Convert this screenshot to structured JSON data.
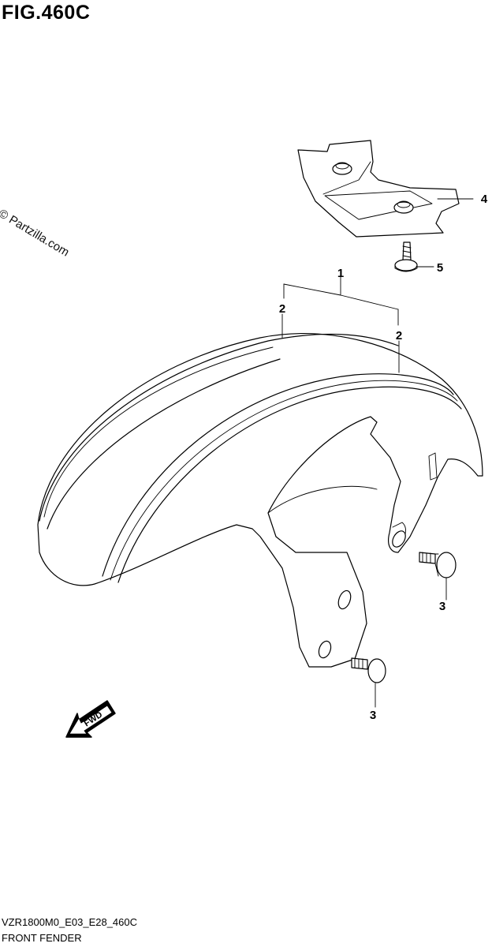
{
  "figure": {
    "title": "FIG.460C",
    "watermark": "© Partzilla.com",
    "footer_code": "VZR1800M0_E03_E28_460C",
    "footer_name": "FRONT FENDER",
    "fwd_label": "FWD"
  },
  "callouts": [
    {
      "id": "callout-1",
      "label": "1"
    },
    {
      "id": "callout-2-left",
      "label": "2"
    },
    {
      "id": "callout-2-right",
      "label": "2"
    },
    {
      "id": "callout-3-upper",
      "label": "3"
    },
    {
      "id": "callout-3-lower",
      "label": "3"
    },
    {
      "id": "callout-4",
      "label": "4"
    },
    {
      "id": "callout-5",
      "label": "5"
    }
  ]
}
